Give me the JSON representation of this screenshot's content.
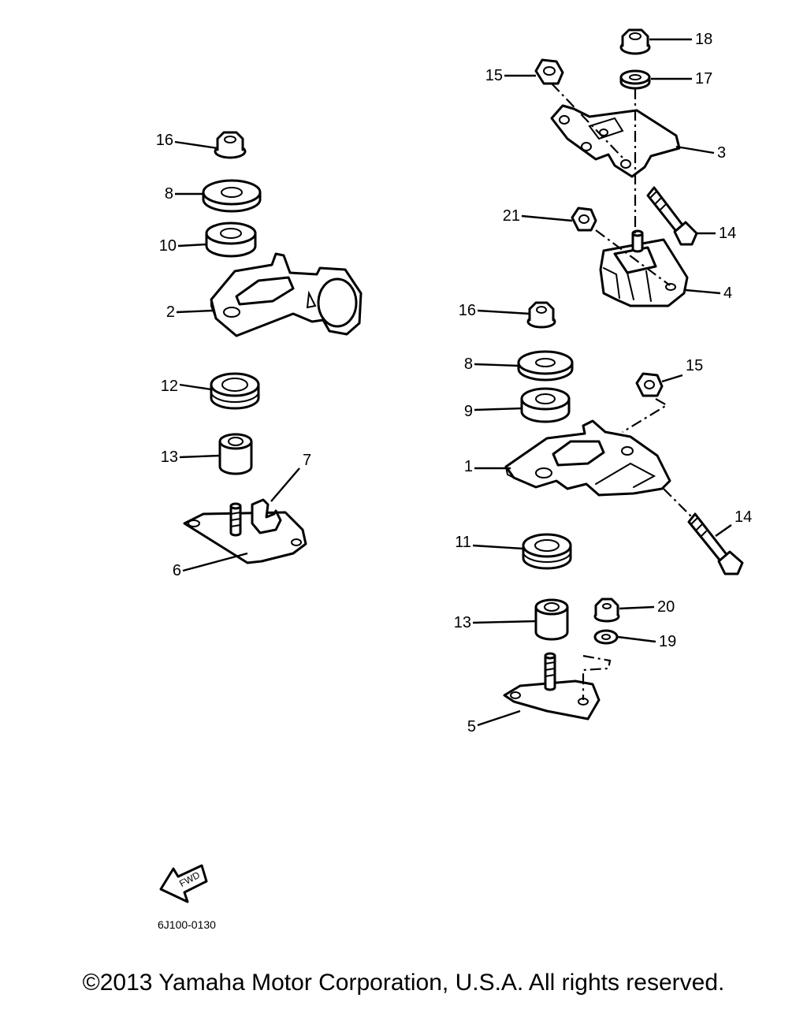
{
  "parts": [
    {
      "id": "p1",
      "label": "1"
    },
    {
      "id": "p2",
      "label": "2"
    },
    {
      "id": "p3",
      "label": "3"
    },
    {
      "id": "p4",
      "label": "4"
    },
    {
      "id": "p5",
      "label": "5"
    },
    {
      "id": "p6",
      "label": "6"
    },
    {
      "id": "p7",
      "label": "7"
    },
    {
      "id": "p8a",
      "label": "8"
    },
    {
      "id": "p8b",
      "label": "8"
    },
    {
      "id": "p9",
      "label": "9"
    },
    {
      "id": "p10",
      "label": "10"
    },
    {
      "id": "p11",
      "label": "11"
    },
    {
      "id": "p12",
      "label": "12"
    },
    {
      "id": "p13a",
      "label": "13"
    },
    {
      "id": "p13b",
      "label": "13"
    },
    {
      "id": "p14a",
      "label": "14"
    },
    {
      "id": "p14b",
      "label": "14"
    },
    {
      "id": "p15a",
      "label": "15"
    },
    {
      "id": "p15b",
      "label": "15"
    },
    {
      "id": "p16a",
      "label": "16"
    },
    {
      "id": "p16b",
      "label": "16"
    },
    {
      "id": "p17",
      "label": "17"
    },
    {
      "id": "p18",
      "label": "18"
    },
    {
      "id": "p19",
      "label": "19"
    },
    {
      "id": "p20",
      "label": "20"
    },
    {
      "id": "p21",
      "label": "21"
    }
  ],
  "fwd_mark": "FWD",
  "drawing_code": "6J100-0130",
  "copyright": "©2013 Yamaha Motor Corporation, U.S.A. All rights reserved."
}
